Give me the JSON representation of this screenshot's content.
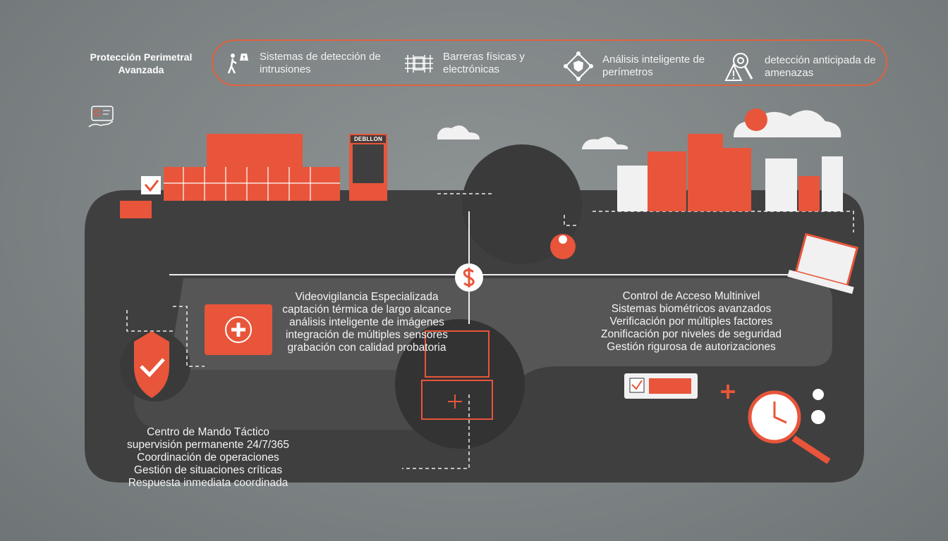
{
  "header": {
    "title": "Protección Perimetral Avanzada"
  },
  "features": [
    {
      "icon": "intrusion-detection-icon",
      "label": "Sistemas de detección de intrusiones"
    },
    {
      "icon": "fence-barrier-icon",
      "label": "Barreras físicas y electrónicas"
    },
    {
      "icon": "perimeter-analysis-icon",
      "label": "Análisis inteligente de perímetros"
    },
    {
      "icon": "threat-warning-icon",
      "label": "detección anticipada de amenazas"
    }
  ],
  "sections": {
    "video": {
      "title": "Videovigilancia Especializada",
      "items": [
        "captación térmica de largo alcance",
        "análisis inteligente de imágenes",
        "integración de múltiples sensores",
        "grabación con calidad probatoria"
      ]
    },
    "access": {
      "title": "Control de Acceso Multinivel",
      "items": [
        "Sistemas biométricos avanzados",
        "Verificación por múltiples factores",
        "Zonificación por niveles de seguridad",
        "Gestión rigurosa de autorizaciones"
      ]
    },
    "command": {
      "title": "Centro de Mando Táctico",
      "items": [
        "supervisión permanente 24/7/365",
        "Coordinación de operaciones",
        "Gestión de situaciones críticas",
        "Respuesta inmediata coordinada"
      ]
    }
  },
  "building_sign": "DEBLLON",
  "colors": {
    "accent": "#e8553a",
    "panel": "#3f3f40",
    "background": "#858a8b"
  }
}
